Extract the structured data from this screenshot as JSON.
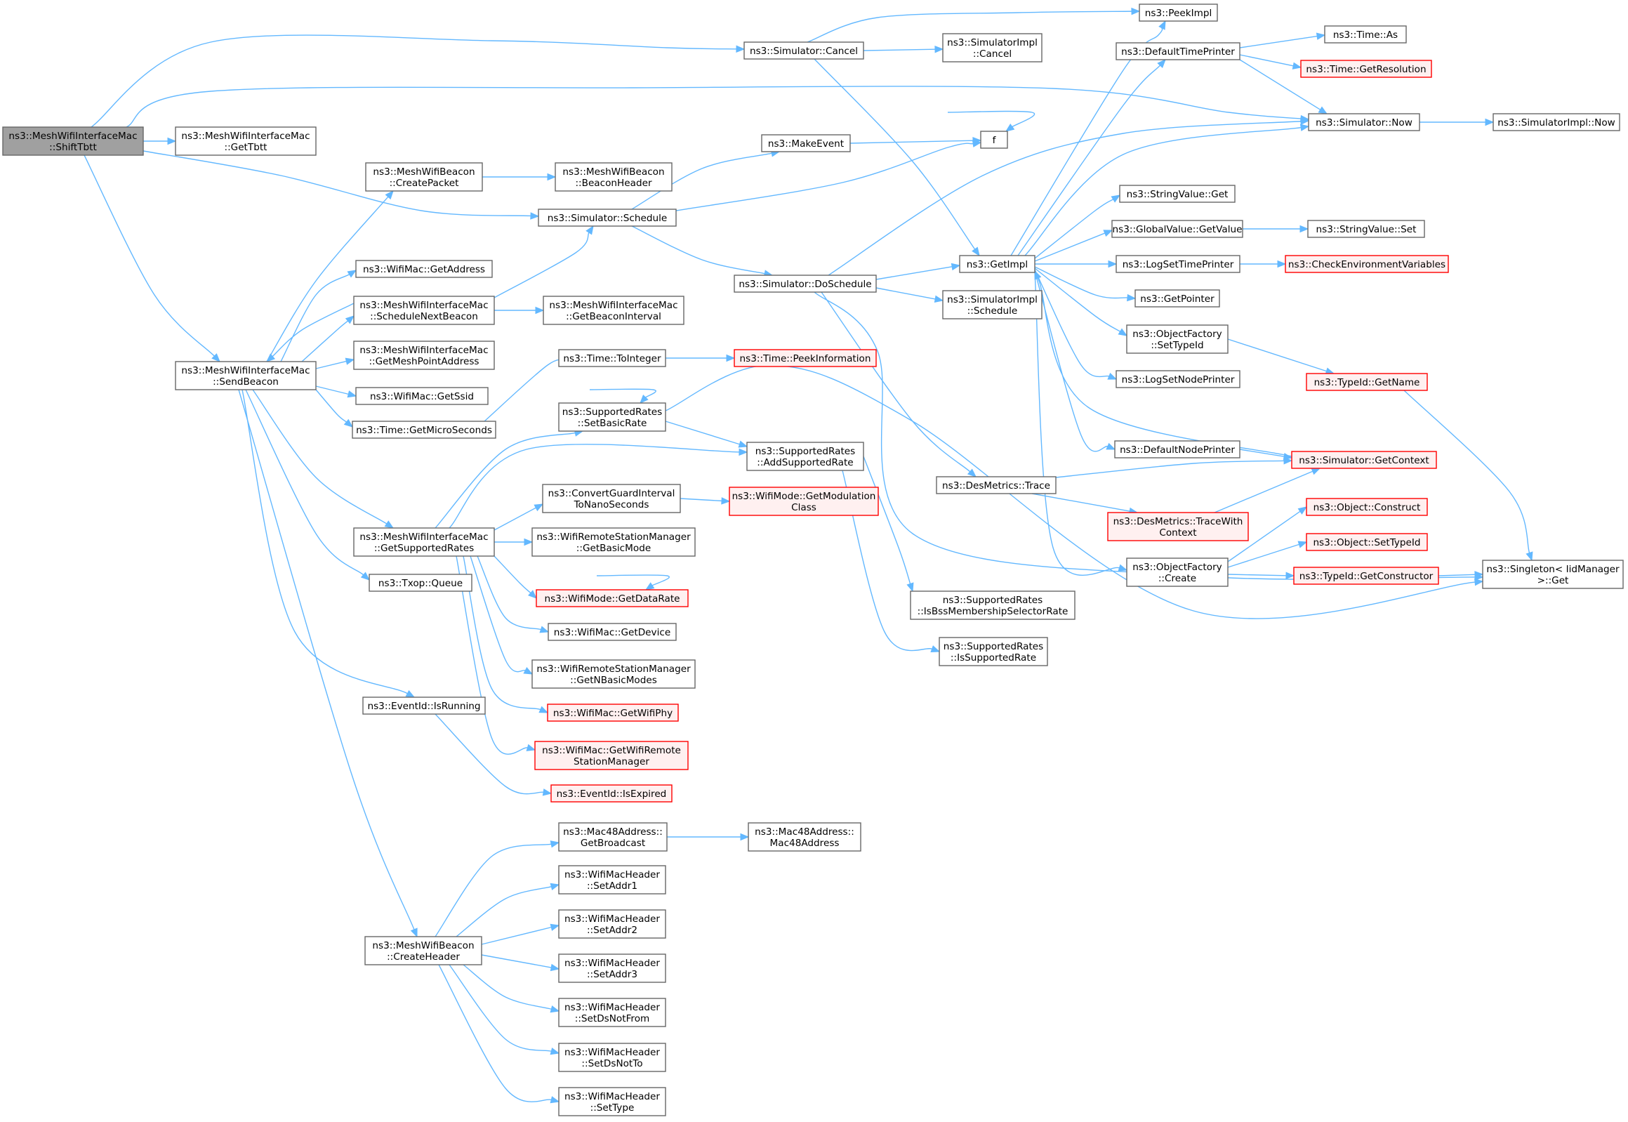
{
  "colors": {
    "edge": "#63b8ff",
    "node_border": "#666666",
    "node_fill": "#ffffff",
    "root_fill": "#a0a0a0",
    "truncated_border": "#ff0000",
    "truncated_fill": "#fff0f0"
  },
  "nodes": [
    {
      "id": "shift_tbtt",
      "lines": [
        "ns3::MeshWifiInterfaceMac",
        "::ShiftTbtt"
      ],
      "style": "root"
    },
    {
      "id": "get_tbtt",
      "lines": [
        "ns3::MeshWifiInterfaceMac",
        "::GetTbtt"
      ],
      "style": "normal"
    },
    {
      "id": "send_beacon",
      "lines": [
        "ns3::MeshWifiInterfaceMac",
        "::SendBeacon"
      ],
      "style": "normal"
    },
    {
      "id": "sim_cancel",
      "lines": [
        "ns3::Simulator::Cancel"
      ],
      "style": "normal"
    },
    {
      "id": "sim_schedule",
      "lines": [
        "ns3::Simulator::Schedule"
      ],
      "style": "normal"
    },
    {
      "id": "sim_now",
      "lines": [
        "ns3::Simulator::Now"
      ],
      "style": "normal"
    },
    {
      "id": "create_packet",
      "lines": [
        "ns3::MeshWifiBeacon",
        "::CreatePacket"
      ],
      "style": "normal"
    },
    {
      "id": "beacon_header",
      "lines": [
        "ns3::MeshWifiBeacon",
        "::BeaconHeader"
      ],
      "style": "normal"
    },
    {
      "id": "wifimac_getaddress",
      "lines": [
        "ns3::WifiMac::GetAddress"
      ],
      "style": "normal"
    },
    {
      "id": "schedule_next_beacon",
      "lines": [
        "ns3::MeshWifiInterfaceMac",
        "::ScheduleNextBeacon"
      ],
      "style": "normal"
    },
    {
      "id": "get_beacon_interval",
      "lines": [
        "ns3::MeshWifiInterfaceMac",
        "::GetBeaconInterval"
      ],
      "style": "normal"
    },
    {
      "id": "get_mesh_point_address",
      "lines": [
        "ns3::MeshWifiInterfaceMac",
        "::GetMeshPointAddress"
      ],
      "style": "normal"
    },
    {
      "id": "wifimac_getssid",
      "lines": [
        "ns3::WifiMac::GetSsid"
      ],
      "style": "normal"
    },
    {
      "id": "time_getmicroseconds",
      "lines": [
        "ns3::Time::GetMicroSeconds"
      ],
      "style": "normal"
    },
    {
      "id": "get_supported_rates",
      "lines": [
        "ns3::MeshWifiInterfaceMac",
        "::GetSupportedRates"
      ],
      "style": "normal"
    },
    {
      "id": "txop_queue",
      "lines": [
        "ns3::Txop::Queue"
      ],
      "style": "normal"
    },
    {
      "id": "eventid_isrunning",
      "lines": [
        "ns3::EventId::IsRunning"
      ],
      "style": "normal"
    },
    {
      "id": "create_header",
      "lines": [
        "ns3::MeshWifiBeacon",
        "::CreateHeader"
      ],
      "style": "normal"
    },
    {
      "id": "peek_impl",
      "lines": [
        "ns3::PeekImpl"
      ],
      "style": "normal"
    },
    {
      "id": "simimpl_cancel",
      "lines": [
        "ns3::SimulatorImpl",
        "::Cancel"
      ],
      "style": "normal"
    },
    {
      "id": "get_impl",
      "lines": [
        "ns3::GetImpl"
      ],
      "style": "normal"
    },
    {
      "id": "make_event",
      "lines": [
        "ns3::MakeEvent"
      ],
      "style": "normal"
    },
    {
      "id": "f",
      "lines": [
        "f"
      ],
      "style": "normal"
    },
    {
      "id": "sim_doschedule",
      "lines": [
        "ns3::Simulator::DoSchedule"
      ],
      "style": "normal"
    },
    {
      "id": "time_tointeger",
      "lines": [
        "ns3::Time::ToInteger"
      ],
      "style": "normal"
    },
    {
      "id": "time_peekinformation",
      "lines": [
        "ns3::Time::PeekInformation"
      ],
      "style": "trunc"
    },
    {
      "id": "sr_setbasicrate",
      "lines": [
        "ns3::SupportedRates",
        "::SetBasicRate"
      ],
      "style": "normal"
    },
    {
      "id": "sr_addsupportedrate",
      "lines": [
        "ns3::SupportedRates",
        "::AddSupportedRate"
      ],
      "style": "normal"
    },
    {
      "id": "convert_guard_interval",
      "lines": [
        "ns3::ConvertGuardInterval",
        "ToNanoSeconds"
      ],
      "style": "normal"
    },
    {
      "id": "wifimode_getmodulationclass",
      "lines": [
        "ns3::WifiMode::GetModulation",
        "Class"
      ],
      "style": "trunc"
    },
    {
      "id": "wrsm_getbasicmode",
      "lines": [
        "ns3::WifiRemoteStationManager",
        "::GetBasicMode"
      ],
      "style": "normal"
    },
    {
      "id": "wifimode_getdatarate",
      "lines": [
        "ns3::WifiMode::GetDataRate"
      ],
      "style": "trunc"
    },
    {
      "id": "wifimac_getdevice",
      "lines": [
        "ns3::WifiMac::GetDevice"
      ],
      "style": "normal"
    },
    {
      "id": "wrsm_getnbasicmodes",
      "lines": [
        "ns3::WifiRemoteStationManager",
        "::GetNBasicModes"
      ],
      "style": "normal"
    },
    {
      "id": "wifimac_getwifiphy",
      "lines": [
        "ns3::WifiMac::GetWifiPhy"
      ],
      "style": "trunc"
    },
    {
      "id": "wifimac_getwifiremotestationmanager",
      "lines": [
        "ns3::WifiMac::GetWifiRemote",
        "StationManager"
      ],
      "style": "trunc"
    },
    {
      "id": "eventid_isexpired",
      "lines": [
        "ns3::EventId::IsExpired"
      ],
      "style": "trunc"
    },
    {
      "id": "mac48_getbroadcast",
      "lines": [
        "ns3::Mac48Address::",
        "GetBroadcast"
      ],
      "style": "normal"
    },
    {
      "id": "mac48_mac48address",
      "lines": [
        "ns3::Mac48Address::",
        "Mac48Address"
      ],
      "style": "normal"
    },
    {
      "id": "wmh_setaddr1",
      "lines": [
        "ns3::WifiMacHeader",
        "::SetAddr1"
      ],
      "style": "normal"
    },
    {
      "id": "wmh_setaddr2",
      "lines": [
        "ns3::WifiMacHeader",
        "::SetAddr2"
      ],
      "style": "normal"
    },
    {
      "id": "wmh_setaddr3",
      "lines": [
        "ns3::WifiMacHeader",
        "::SetAddr3"
      ],
      "style": "normal"
    },
    {
      "id": "wmh_setdsnotfrom",
      "lines": [
        "ns3::WifiMacHeader",
        "::SetDsNotFrom"
      ],
      "style": "normal"
    },
    {
      "id": "wmh_setdsnotto",
      "lines": [
        "ns3::WifiMacHeader",
        "::SetDsNotTo"
      ],
      "style": "normal"
    },
    {
      "id": "wmh_settype",
      "lines": [
        "ns3::WifiMacHeader",
        "::SetType"
      ],
      "style": "normal"
    },
    {
      "id": "simimpl_schedule",
      "lines": [
        "ns3::SimulatorImpl",
        "::Schedule"
      ],
      "style": "normal"
    },
    {
      "id": "desmetrics_trace",
      "lines": [
        "ns3::DesMetrics::Trace"
      ],
      "style": "normal"
    },
    {
      "id": "sr_isbssmembership",
      "lines": [
        "ns3::SupportedRates",
        "::IsBssMembershipSelectorRate"
      ],
      "style": "normal"
    },
    {
      "id": "sr_issupportedrate",
      "lines": [
        "ns3::SupportedRates",
        "::IsSupportedRate"
      ],
      "style": "normal"
    },
    {
      "id": "default_time_printer",
      "lines": [
        "ns3::DefaultTimePrinter"
      ],
      "style": "normal"
    },
    {
      "id": "time_as",
      "lines": [
        "ns3::Time::As"
      ],
      "style": "normal"
    },
    {
      "id": "time_getresolution",
      "lines": [
        "ns3::Time::GetResolution"
      ],
      "style": "trunc"
    },
    {
      "id": "simimpl_now",
      "lines": [
        "ns3::SimulatorImpl::Now"
      ],
      "style": "normal"
    },
    {
      "id": "stringvalue_get",
      "lines": [
        "ns3::StringValue::Get"
      ],
      "style": "normal"
    },
    {
      "id": "globalvalue_getvalue",
      "lines": [
        "ns3::GlobalValue::GetValue"
      ],
      "style": "normal"
    },
    {
      "id": "stringvalue_set",
      "lines": [
        "ns3::StringValue::Set"
      ],
      "style": "normal"
    },
    {
      "id": "logsettimeprinter",
      "lines": [
        "ns3::LogSetTimePrinter"
      ],
      "style": "normal"
    },
    {
      "id": "check_env_vars",
      "lines": [
        "ns3::CheckEnvironmentVariables"
      ],
      "style": "trunc"
    },
    {
      "id": "get_pointer",
      "lines": [
        "ns3::GetPointer"
      ],
      "style": "normal"
    },
    {
      "id": "objfactory_settypeid",
      "lines": [
        "ns3::ObjectFactory",
        "::SetTypeId"
      ],
      "style": "normal"
    },
    {
      "id": "typeid_getname",
      "lines": [
        "ns3::TypeId::GetName"
      ],
      "style": "trunc"
    },
    {
      "id": "logsetnodeprinter",
      "lines": [
        "ns3::LogSetNodePrinter"
      ],
      "style": "normal"
    },
    {
      "id": "default_node_printer",
      "lines": [
        "ns3::DefaultNodePrinter"
      ],
      "style": "normal"
    },
    {
      "id": "sim_getcontext",
      "lines": [
        "ns3::Simulator::GetContext"
      ],
      "style": "trunc"
    },
    {
      "id": "desmetrics_tracewithcontext",
      "lines": [
        "ns3::DesMetrics::TraceWith",
        "Context"
      ],
      "style": "trunc"
    },
    {
      "id": "object_construct",
      "lines": [
        "ns3::Object::Construct"
      ],
      "style": "trunc"
    },
    {
      "id": "object_settypeid",
      "lines": [
        "ns3::Object::SetTypeId"
      ],
      "style": "trunc"
    },
    {
      "id": "objfactory_create",
      "lines": [
        "ns3::ObjectFactory",
        "::Create"
      ],
      "style": "normal"
    },
    {
      "id": "typeid_getconstructor",
      "lines": [
        "ns3::TypeId::GetConstructor"
      ],
      "style": "trunc"
    },
    {
      "id": "singleton_get",
      "lines": [
        "ns3::Singleton< IidManager",
        ">::Get"
      ],
      "style": "normal"
    }
  ]
}
